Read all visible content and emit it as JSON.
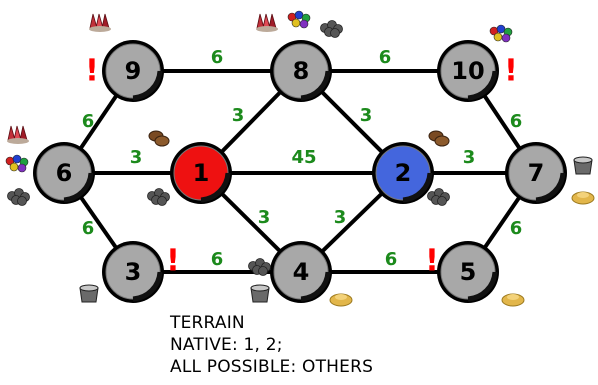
{
  "colors": {
    "player_red": "#ee1111",
    "player_blue": "#4466dd",
    "neutral": "#a8a8a8",
    "edge": "#000000",
    "edge_label": "#1c8a1c",
    "warning": "#ff0000"
  },
  "zones": [
    {
      "id": "1",
      "label": "1",
      "type": "player",
      "color": "player_red"
    },
    {
      "id": "2",
      "label": "2",
      "type": "player",
      "color": "player_blue"
    },
    {
      "id": "3",
      "label": "3",
      "type": "neutral",
      "warning": "!"
    },
    {
      "id": "4",
      "label": "4",
      "type": "neutral"
    },
    {
      "id": "5",
      "label": "5",
      "type": "neutral",
      "warning": "!"
    },
    {
      "id": "6",
      "label": "6",
      "type": "neutral"
    },
    {
      "id": "7",
      "label": "7",
      "type": "neutral"
    },
    {
      "id": "8",
      "label": "8",
      "type": "neutral"
    },
    {
      "id": "9",
      "label": "9",
      "type": "neutral",
      "warning": "!"
    },
    {
      "id": "10",
      "label": "10",
      "type": "neutral",
      "warning": "!"
    }
  ],
  "connections": [
    {
      "from": "9",
      "to": "8",
      "value": "6"
    },
    {
      "from": "8",
      "to": "10",
      "value": "6"
    },
    {
      "from": "9",
      "to": "6",
      "value": "6"
    },
    {
      "from": "10",
      "to": "7",
      "value": "6"
    },
    {
      "from": "8",
      "to": "1",
      "value": "3"
    },
    {
      "from": "8",
      "to": "2",
      "value": "3"
    },
    {
      "from": "6",
      "to": "1",
      "value": "3"
    },
    {
      "from": "1",
      "to": "2",
      "value": "45"
    },
    {
      "from": "2",
      "to": "7",
      "value": "3"
    },
    {
      "from": "6",
      "to": "3",
      "value": "6"
    },
    {
      "from": "7",
      "to": "5",
      "value": "6"
    },
    {
      "from": "1",
      "to": "4",
      "value": "3"
    },
    {
      "from": "2",
      "to": "4",
      "value": "3"
    },
    {
      "from": "3",
      "to": "4",
      "value": "6"
    },
    {
      "from": "4",
      "to": "5",
      "value": "6"
    }
  ],
  "resources": [
    {
      "zone": "9",
      "items": [
        "crystal-icon"
      ]
    },
    {
      "zone": "8",
      "items": [
        "crystal-icon",
        "gems-icon",
        "ore-icon"
      ]
    },
    {
      "zone": "10",
      "items": [
        "gems-icon"
      ]
    },
    {
      "zone": "6",
      "items": [
        "crystal-icon",
        "gems-icon",
        "ore-icon"
      ]
    },
    {
      "zone": "1",
      "items": [
        "wood-icon",
        "ore-icon"
      ]
    },
    {
      "zone": "2",
      "items": [
        "wood-icon",
        "ore-icon"
      ]
    },
    {
      "zone": "7",
      "items": [
        "mercury-icon",
        "sulfur-icon"
      ]
    },
    {
      "zone": "3",
      "items": [
        "mercury-icon"
      ]
    },
    {
      "zone": "4",
      "items": [
        "ore-icon",
        "mercury-icon",
        "sulfur-icon"
      ]
    },
    {
      "zone": "5",
      "items": [
        "sulfur-icon"
      ]
    }
  ],
  "legend": {
    "line1": "TERRAIN",
    "line2": "NATIVE: 1, 2;",
    "line3": "ALL POSSIBLE: OTHERS"
  }
}
